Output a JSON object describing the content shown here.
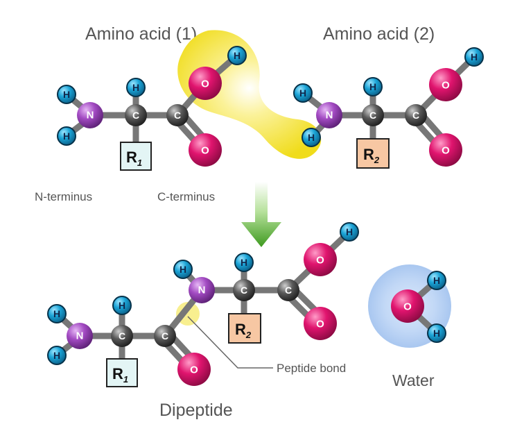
{
  "labels": {
    "amino_acid_1": "Amino acid (1)",
    "amino_acid_2": "Amino acid (2)",
    "n_terminus": "N-terminus",
    "c_terminus": "C-terminus",
    "peptide_bond": "Peptide bond",
    "water": "Water",
    "dipeptide": "Dipeptide"
  },
  "atoms": {
    "hydrogen": "H",
    "nitrogen": "N",
    "carbon": "C",
    "oxygen": "O"
  },
  "r_groups": {
    "r1_base": "R",
    "r1_sub": "1",
    "r2_base": "R",
    "r2_sub": "2"
  },
  "colors": {
    "hydrogen": "#1aa3d6",
    "nitrogen": "#a24ac2",
    "carbon": "#555555",
    "oxygen": "#e0146e",
    "r1_box": "#e3f5f5",
    "r2_box": "#f7c7a3",
    "water_highlight": "#f5e11d",
    "arrow": "#5ab534",
    "water_halo": "#a9c9f0"
  },
  "icons": {
    "arrow": "down-arrow-icon"
  }
}
